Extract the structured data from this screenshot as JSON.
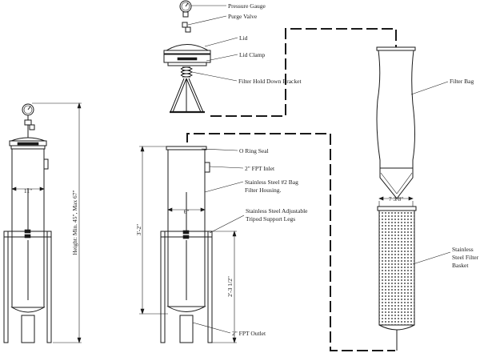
{
  "labels": {
    "pressure_gauge": "Pressure Gauge",
    "purge_valve": "Purge Valve",
    "lid": "Lid",
    "lid_clamp": "Lid Clamp",
    "filter_hold_down_bracket": "Filter Hold Down Bracket",
    "o_ring_seal": "O Ring Seal",
    "fpt_inlet": "2\" FPT Inlet",
    "housing_line1": "Stainless Steel #2 Bag",
    "housing_line2": "Filter Housing.",
    "legs_line1": "Stainless Steel Adjustable",
    "legs_line2": "Tripod Support Legs",
    "fpt_outlet": "2\" FPT Outlet",
    "filter_bag": "Filter Bag",
    "basket_line1": "Stainless",
    "basket_line2": "Steel Filter",
    "basket_line3": "Basket"
  },
  "dimensions": {
    "left_width": "11\"",
    "left_height": "Height: Min. 45\", Max 67\"",
    "housing_width": "6\"",
    "housing_height": "3'-2\"",
    "legs_height": "2'-3 1/2\"",
    "bag_width": "7 3/8\""
  }
}
